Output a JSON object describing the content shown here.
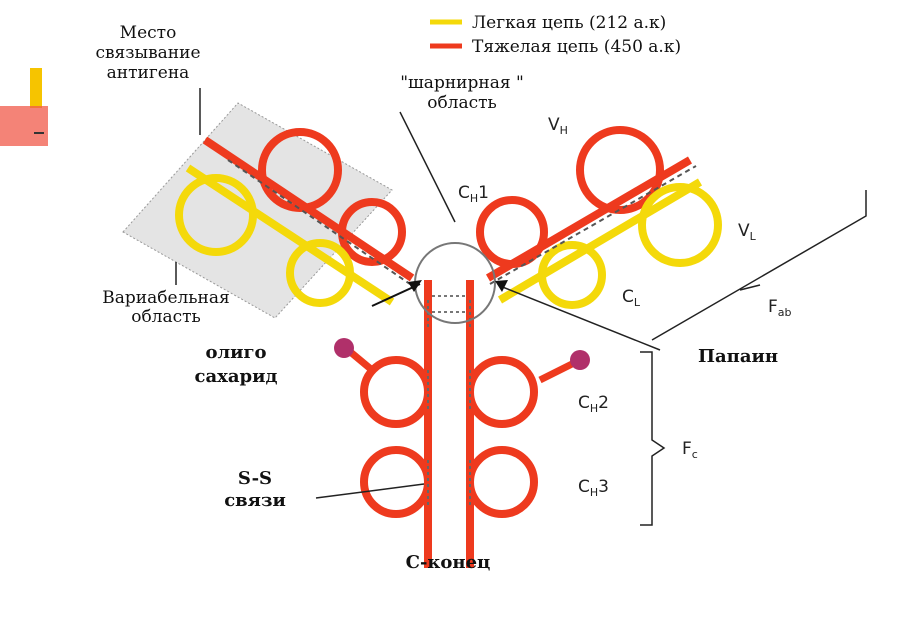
{
  "legend": {
    "light_chain": "Легкая цепь (212 а.к)",
    "heavy_chain": "Тяжелая цепь (450 а.к)"
  },
  "labels": {
    "antigen_site_line1": "Место",
    "antigen_site_line2": "связывание",
    "antigen_site_line3": "антигена",
    "hinge_line1": "\"шарнирная \"",
    "hinge_line2": "область",
    "variable_line1": "Вариабельная",
    "variable_line2": "область",
    "oligo_line1": "олиго",
    "oligo_line2": "сахарид",
    "papain": "Папаин",
    "ss_line1": "S-S",
    "ss_line2": "связи",
    "c_terminus": "С-конец",
    "fab": "F",
    "fab_sub": "ab",
    "fc": "F",
    "fc_sub": "c"
  },
  "domains": {
    "vh": "V",
    "vh_sub": "H",
    "vl": "V",
    "vl_sub": "L",
    "ch1": "C",
    "ch1_sub": "H",
    "ch1_num": "1",
    "cl": "C",
    "cl_sub": "L",
    "ch2": "C",
    "ch2_sub": "H",
    "ch2_num": "2",
    "ch3": "C",
    "ch3_sub": "H",
    "ch3_num": "3"
  },
  "colors": {
    "heavy": "#ee3a1e",
    "light": "#f4d90a",
    "carb": "#b0306a",
    "variable_box": "#e4e4e4"
  }
}
